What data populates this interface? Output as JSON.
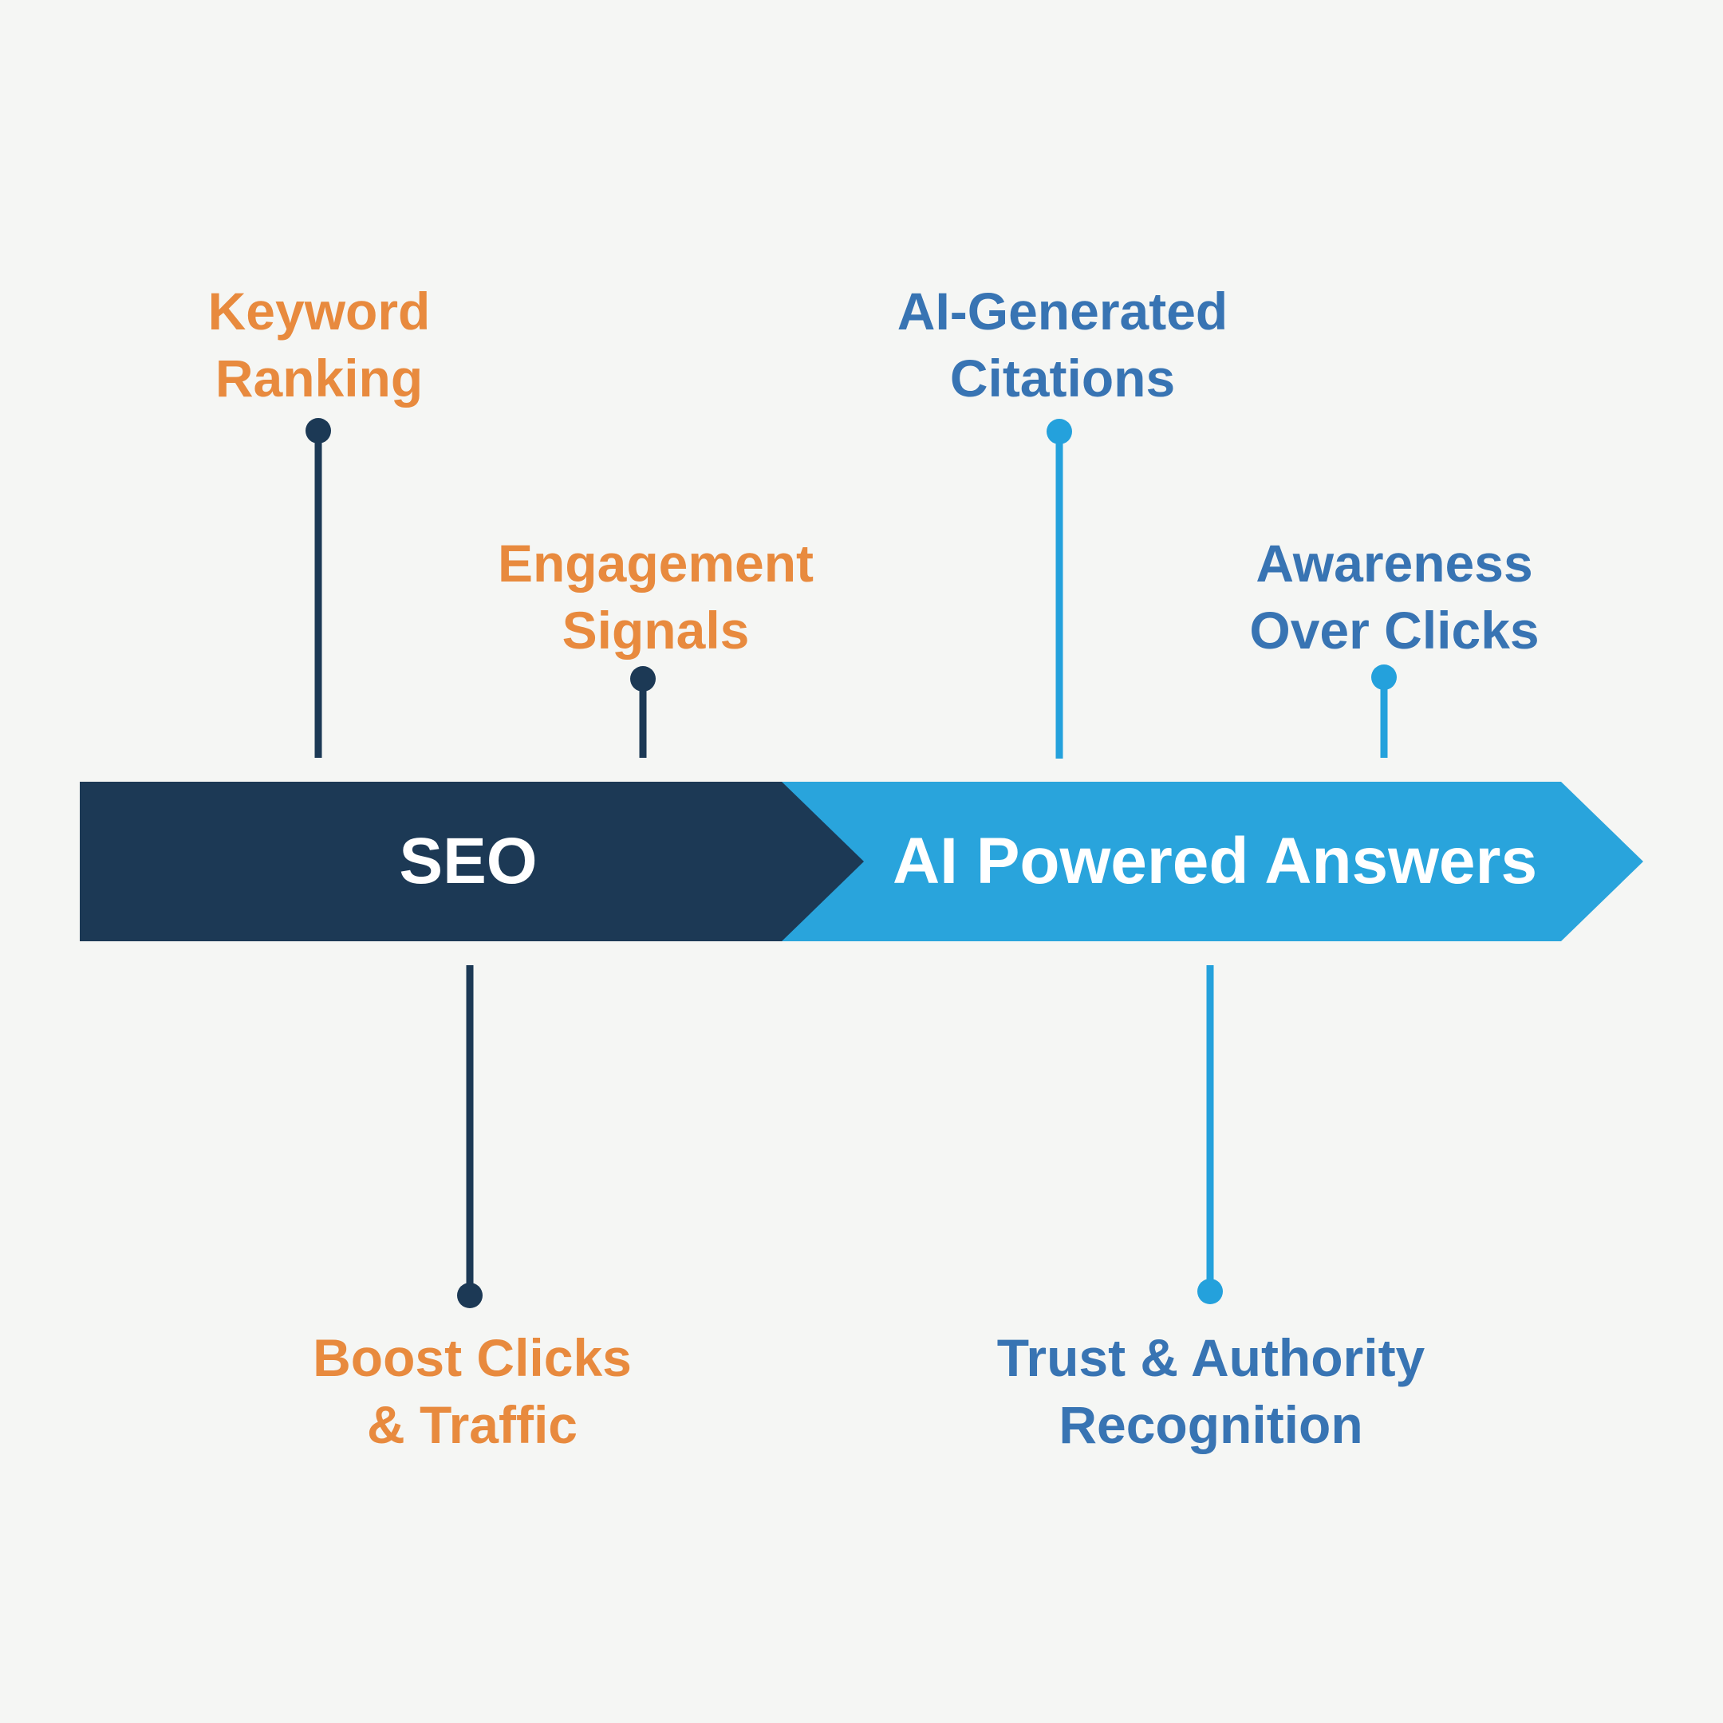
{
  "colors": {
    "background": "#F5F6F4",
    "seo_segment": "#1C3955",
    "ai_segment": "#29A4DC",
    "orange_label": "#E88A3E",
    "blue_label": "#3874B3",
    "segment_text": "#FFFFFF"
  },
  "timeline": {
    "type": "transition-arrow",
    "direction": "left-to-right",
    "segments": [
      {
        "id": "seo",
        "label": "SEO",
        "color": "#1C3955",
        "text_color": "#FFFFFF"
      },
      {
        "id": "ai",
        "label": "AI Powered Answers",
        "color": "#29A4DC",
        "text_color": "#FFFFFF"
      }
    ],
    "callouts": [
      {
        "id": "keyword-ranking",
        "line1": "Keyword",
        "line2": "Ranking",
        "side": "top",
        "segment": "SEO",
        "text_color": "#E88A3E",
        "connector_color": "#1C3955"
      },
      {
        "id": "engagement-signals",
        "line1": "Engagement",
        "line2": "Signals",
        "side": "top",
        "segment": "SEO",
        "text_color": "#E88A3E",
        "connector_color": "#1C3955"
      },
      {
        "id": "ai-generated-citations",
        "line1": "AI-Generated",
        "line2": "Citations",
        "side": "top",
        "segment": "AI Powered Answers",
        "text_color": "#3874B3",
        "connector_color": "#24A1DC"
      },
      {
        "id": "awareness-over-clicks",
        "line1": "Awareness",
        "line2": "Over Clicks",
        "side": "top",
        "segment": "AI Powered Answers",
        "text_color": "#3874B3",
        "connector_color": "#24A1DC"
      },
      {
        "id": "boost-clicks-traffic",
        "line1": "Boost Clicks",
        "line2": "& Traffic",
        "side": "bottom",
        "segment": "SEO",
        "text_color": "#E88A3E",
        "connector_color": "#1C3955"
      },
      {
        "id": "trust-authority-recognition",
        "line1": "Trust & Authority",
        "line2": "Recognition",
        "side": "bottom",
        "segment": "AI Powered Answers",
        "text_color": "#3874B3",
        "connector_color": "#24A1DC"
      }
    ]
  }
}
